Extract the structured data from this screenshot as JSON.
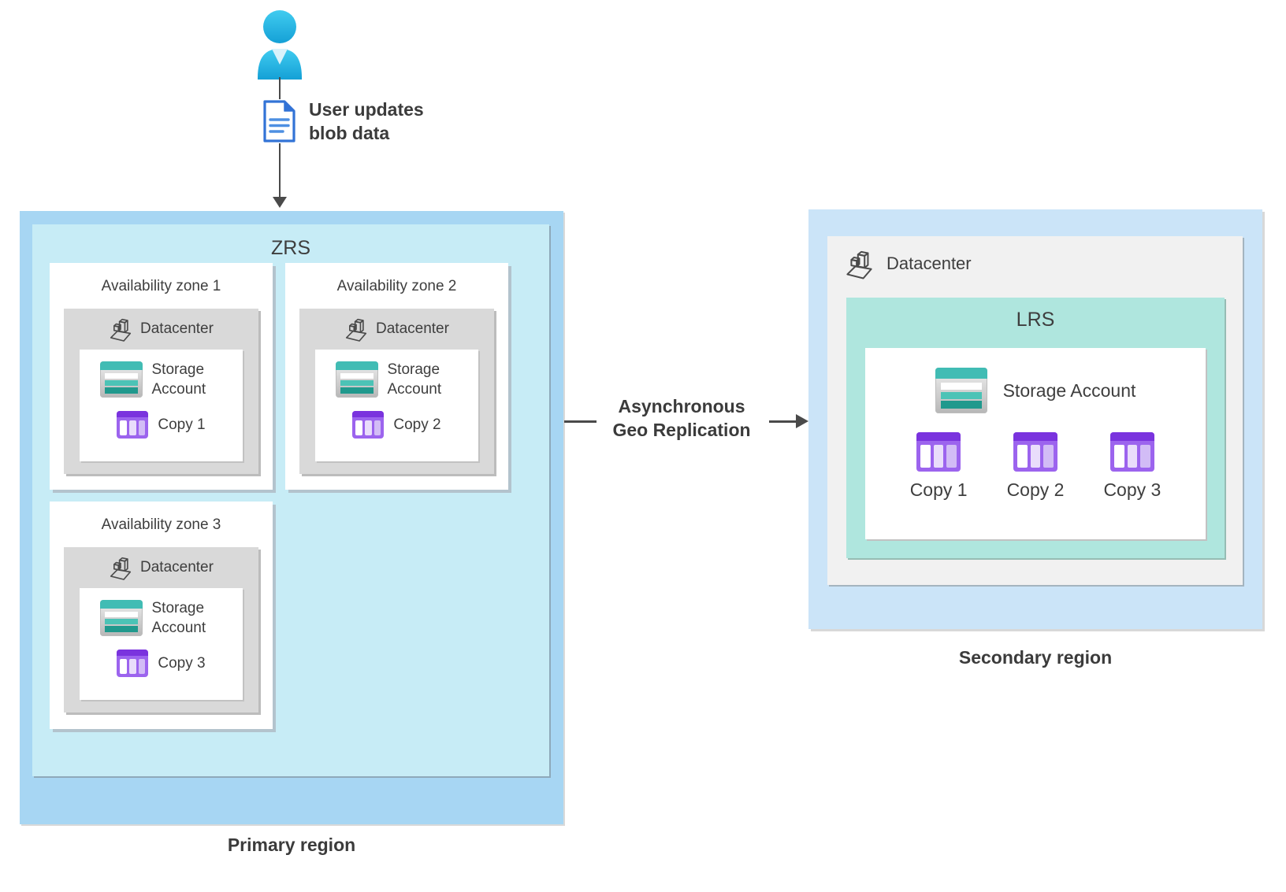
{
  "user_flow": {
    "label_line1": "User updates",
    "label_line2": "blob data"
  },
  "primary": {
    "region_label": "Primary region",
    "replication_label": "ZRS",
    "zones": [
      {
        "title": "Availability zone 1",
        "datacenter_label": "Datacenter",
        "storage_label": "Storage Account",
        "copy_label": "Copy 1"
      },
      {
        "title": "Availability zone 2",
        "datacenter_label": "Datacenter",
        "storage_label": "Storage Account",
        "copy_label": "Copy 2"
      },
      {
        "title": "Availability zone 3",
        "datacenter_label": "Datacenter",
        "storage_label": "Storage Account",
        "copy_label": "Copy 3"
      }
    ]
  },
  "replication_arrow": {
    "label_line1": "Asynchronous",
    "label_line2": "Geo Replication"
  },
  "secondary": {
    "region_label": "Secondary region",
    "datacenter_label": "Datacenter",
    "replication_label": "LRS",
    "storage_label": "Storage Account",
    "copies": [
      "Copy 1",
      "Copy 2",
      "Copy 3"
    ]
  },
  "colors": {
    "primary_region_fill": "#a7d6f3",
    "zrs_fill": "#c7ecf6",
    "secondary_region_fill": "#cbe4f8",
    "lrs_fill": "#afe6de",
    "datacenter_gray_fill": "#d9d9d9",
    "secondary_datacenter_fill": "#f1f1f1",
    "storage_teal": "#41bcb4",
    "copy_purple": "#7a33de",
    "person_cyan": "#2bb7e6",
    "document_blue": "#3273d6",
    "arrow_dark": "#4a4a4a"
  }
}
